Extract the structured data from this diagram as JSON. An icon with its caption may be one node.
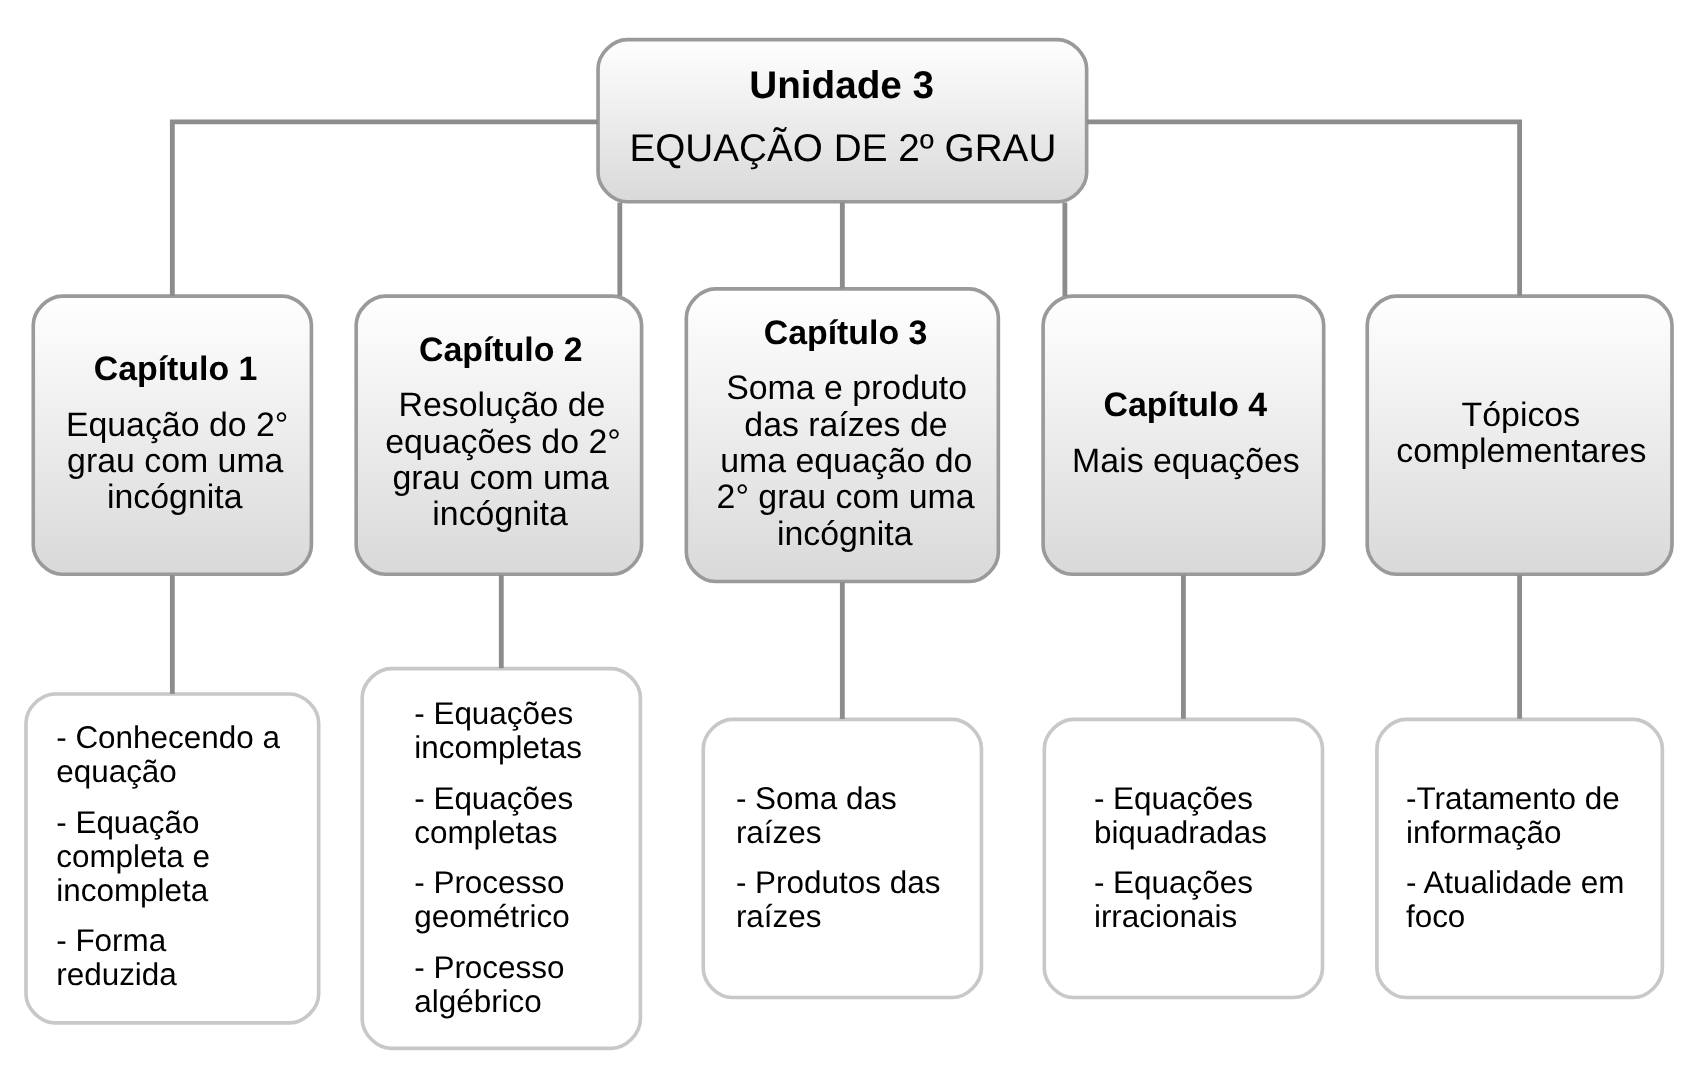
{
  "diagram": {
    "nodes": [
      {
        "text": [
          "Unidade 3",
          "EQUAÇÃO DE 2º GRAU"
        ]
      },
      {
        "text": [
          "Capítulo 1",
          "Equação do 2° grau com uma incógnita"
        ]
      },
      {
        "text": [
          "Capítulo 2",
          "Resolução de equações do 2° grau com uma incógnita"
        ]
      },
      {
        "text": [
          "Capítulo 3",
          "Soma e produto das raízes de uma equação do 2° grau com uma incógnita"
        ]
      },
      {
        "text": [
          "Capítulo 4",
          "Mais equações"
        ]
      },
      {
        "text": [
          "Tópicos complementares"
        ]
      },
      {
        "text": [
          "- Conhecendo a equação",
          "- Equação completa e incompleta",
          "- Forma reduzida"
        ]
      },
      {
        "text": [
          "- Equações incompletas",
          "- Equações completas",
          "- Processo geométrico",
          "- Processo algébrico"
        ]
      },
      {
        "text": [
          "- Soma das raízes",
          "- Produtos das raízes"
        ]
      },
      {
        "text": [
          "- Equações biquadradas",
          "- Equações irracionais"
        ]
      },
      {
        "text": [
          "-Tratamento de informação",
          "- Atualidade em foco"
        ]
      }
    ],
    "edges": [
      {
        "from": 0,
        "to": 1,
        "arrow": "none"
      },
      {
        "from": 0,
        "to": 2,
        "arrow": "none"
      },
      {
        "from": 0,
        "to": 3,
        "arrow": "none"
      },
      {
        "from": 0,
        "to": 4,
        "arrow": "none"
      },
      {
        "from": 0,
        "to": 5,
        "arrow": "none"
      },
      {
        "from": 1,
        "to": 6,
        "arrow": "none"
      },
      {
        "from": 2,
        "to": 7,
        "arrow": "none"
      },
      {
        "from": 3,
        "to": 8,
        "arrow": "none"
      },
      {
        "from": 4,
        "to": 9,
        "arrow": "none"
      },
      {
        "from": 5,
        "to": 10,
        "arrow": "none"
      }
    ]
  }
}
